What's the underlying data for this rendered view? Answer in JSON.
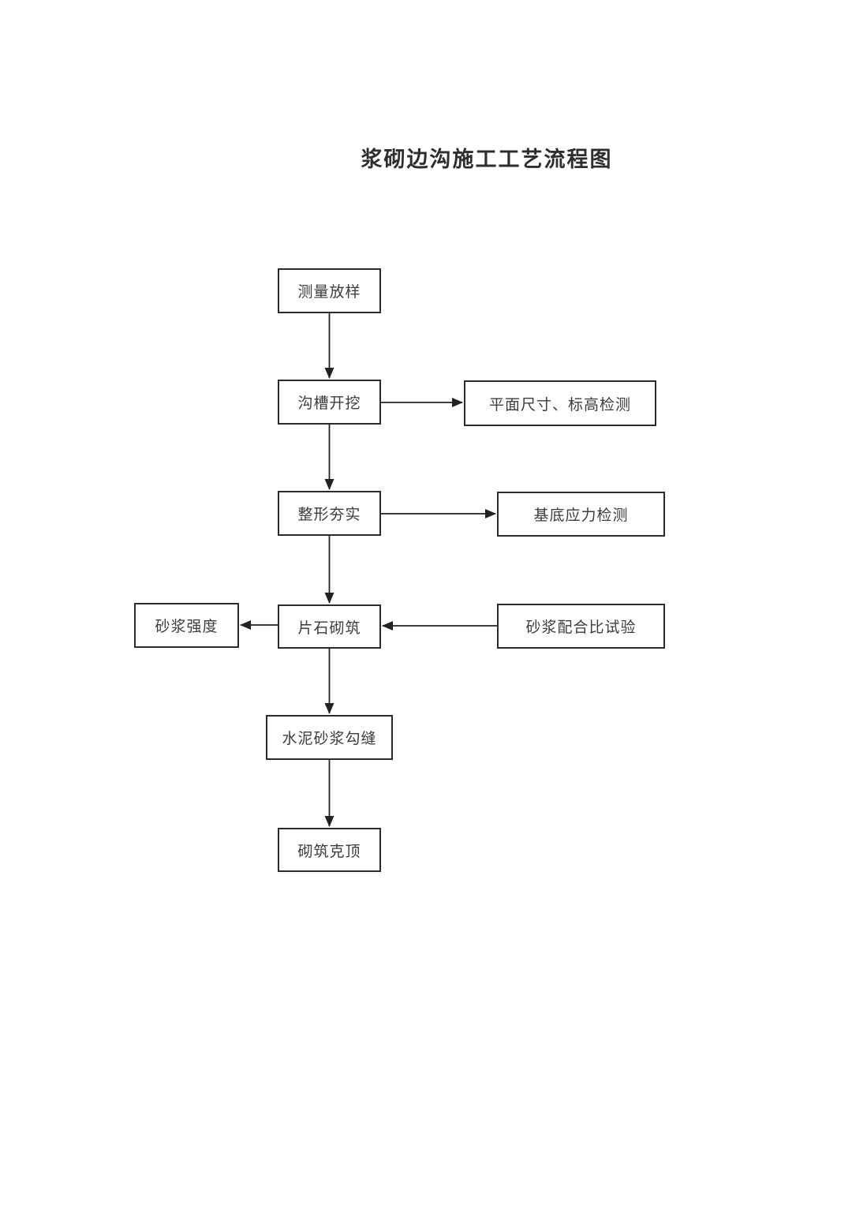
{
  "page": {
    "title": "浆砌边沟施工工艺流程图"
  },
  "diagram": {
    "type": "flowchart",
    "nodes": {
      "survey": "测量放样",
      "trench": "沟槽开挖",
      "dimension_check": "平面尺寸、标高检测",
      "shaping": "整形夯实",
      "base_stress_check": "基底应力检测",
      "mortar_strength": "砂浆强度",
      "stone_masonry": "片石砌筑",
      "mortar_mix_test": "砂浆配合比试验",
      "cement_pointing": "水泥砂浆勾缝",
      "capping": "砌筑克顶"
    },
    "edges": [
      {
        "from": "survey",
        "to": "trench"
      },
      {
        "from": "trench",
        "to": "dimension_check"
      },
      {
        "from": "trench",
        "to": "shaping"
      },
      {
        "from": "shaping",
        "to": "base_stress_check"
      },
      {
        "from": "shaping",
        "to": "stone_masonry"
      },
      {
        "from": "mortar_mix_test",
        "to": "stone_masonry"
      },
      {
        "from": "stone_masonry",
        "to": "mortar_strength"
      },
      {
        "from": "stone_masonry",
        "to": "cement_pointing"
      },
      {
        "from": "cement_pointing",
        "to": "capping"
      }
    ],
    "colors": {
      "ink": "#2b2b2b",
      "text": "#3c3c3c",
      "background": "#ffffff"
    }
  }
}
